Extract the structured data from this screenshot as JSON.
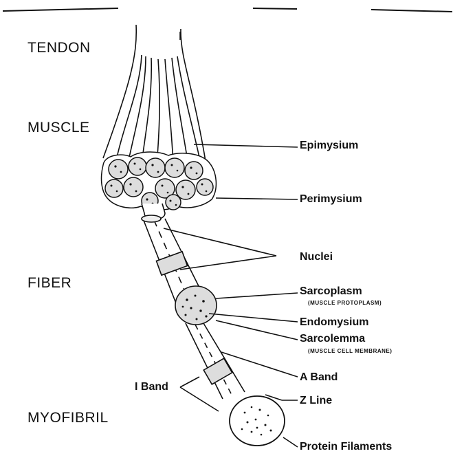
{
  "sections": {
    "tendon": "TENDON",
    "muscle": "MUSCLE",
    "fiber": "FIBER",
    "myofibril": "MYOFIBRIL"
  },
  "parts": {
    "epimysium": "Epimysium",
    "perimysium": "Perimysium",
    "nuclei": "Nuclei",
    "sarcoplasm": "Sarcoplasm",
    "sarcoplasm_note": "(MUSCLE PROTOPLASM)",
    "endomysium": "Endomysium",
    "sarcolemma": "Sarcolemma",
    "sarcolemma_note": "(MUSCLE CELL MEMBRANE)",
    "a_band": "A Band",
    "z_line": "Z Line",
    "i_band": "I Band",
    "protein_filaments": "Protein Filaments"
  },
  "colors": {
    "ink": "#111111",
    "background": "#ffffff"
  }
}
